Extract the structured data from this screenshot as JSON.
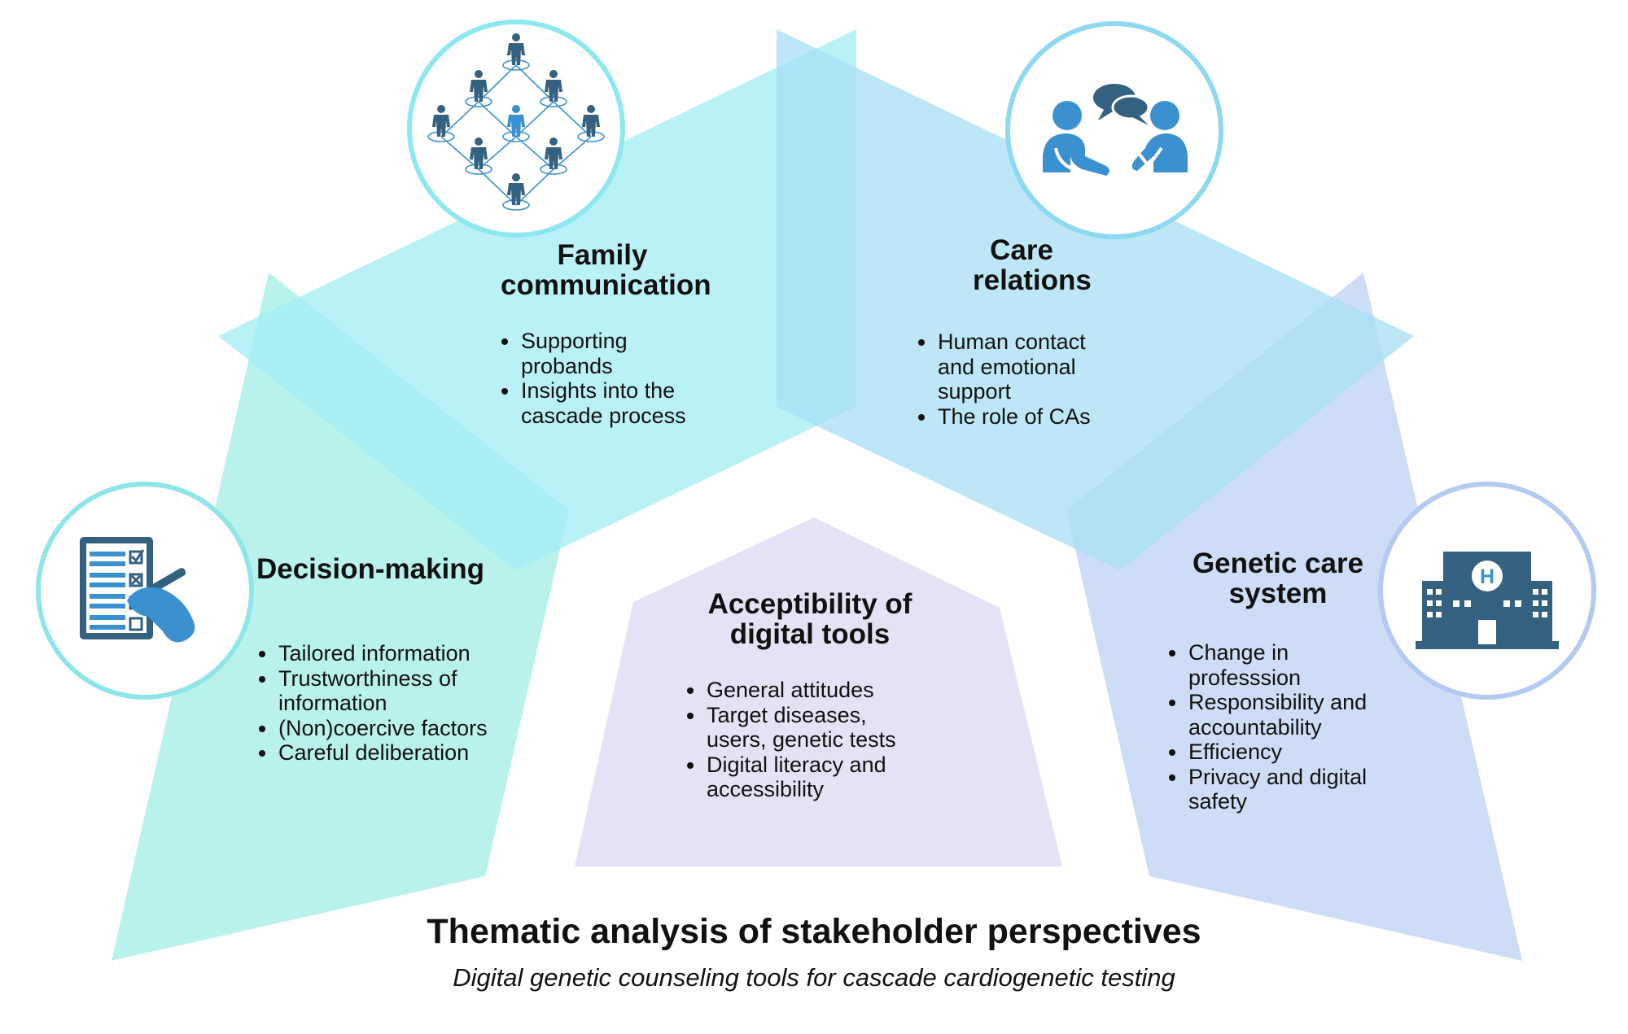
{
  "colors": {
    "decision": "#a2ede6",
    "family": "#a3ecf4",
    "care": "#a7dff3",
    "genetic": "#bcd1f3",
    "acceptability": "#e0ddf5",
    "icon_dark": "#34617f",
    "icon_blue": "#3b91cf"
  },
  "themes": {
    "decision": {
      "title": "Decision-making",
      "items": [
        "Tailored information",
        "Trustworthiness of information",
        "(Non)coercive factors",
        "Careful deliberation"
      ],
      "icon": "checklist-icon"
    },
    "family": {
      "title": "Family communication",
      "items": [
        "Supporting probands",
        "Insights into the cascade process"
      ],
      "icon": "family-network-icon"
    },
    "care": {
      "title": "Care relations",
      "items": [
        "Human contact and emotional support",
        "The role of CAs"
      ],
      "icon": "conversation-icon"
    },
    "genetic": {
      "title": "Genetic care system",
      "items": [
        "Change in professsion",
        "Responsibility and accountability",
        "Efficiency",
        "Privacy and digital safety"
      ],
      "icon": "hospital-icon"
    },
    "acceptability": {
      "title": "Acceptibility of digital tools",
      "items": [
        "General attitudes",
        "Target diseases, users, genetic tests",
        "Digital literacy and accessibility"
      ]
    }
  },
  "footer": {
    "title": "Thematic analysis of stakeholder perspectives",
    "subtitle": "Digital genetic counseling tools for cascade cardiogenetic testing"
  }
}
